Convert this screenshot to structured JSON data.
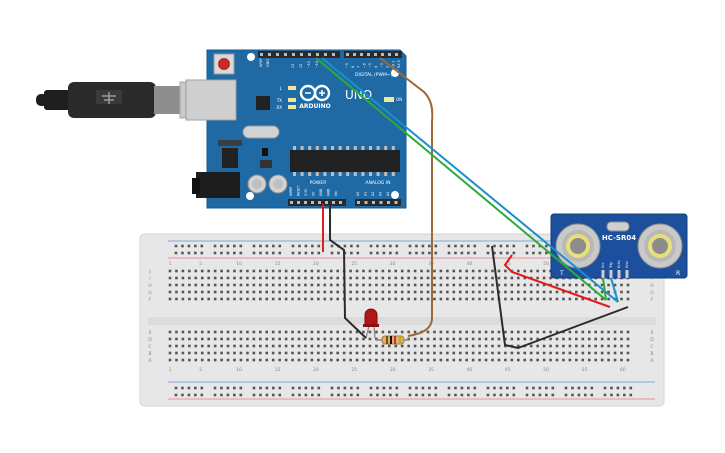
{
  "arduino": {
    "brand": "ARDUINO",
    "model": "UNO",
    "digital_header": "DIGITAL (PWM~)",
    "power_header": "POWER",
    "analog_header": "ANALOG IN",
    "on_label": "ON",
    "tx_label": "TX",
    "rx_label": "RX",
    "l_label": "L",
    "aref_label": "AREF",
    "gnd_label": "GND",
    "digital_pins": [
      "13",
      "12",
      "~11",
      "~10",
      "~9",
      "8",
      "7",
      "~6",
      "~5",
      "4",
      "~3",
      "2",
      "TX 1",
      "RX 0"
    ],
    "power_pins": [
      "IOREF",
      "RESET",
      "3.3V",
      "5V",
      "GND",
      "GND",
      "Vin"
    ],
    "analog_pins": [
      "A0",
      "A1",
      "A2",
      "A3",
      "A4",
      "A5"
    ],
    "board_color": "#1f6aa5"
  },
  "sensor": {
    "model": "HC-SR04",
    "pins": [
      "Vcc",
      "Trig",
      "Echo",
      "Gnd"
    ],
    "left_mark": "T",
    "right_mark": "R",
    "board_color": "#1c4f9c"
  },
  "breadboard": {
    "row_letters_top": [
      "J",
      "I",
      "H",
      "G",
      "F"
    ],
    "row_letters_bottom": [
      "E",
      "D",
      "C",
      "B",
      "A"
    ],
    "column_numbers": [
      "1",
      "5",
      "10",
      "15",
      "20",
      "25",
      "30",
      "35",
      "40",
      "45",
      "50",
      "55",
      "60"
    ]
  },
  "wires": {
    "colors": {
      "red": "#e01b1b",
      "black": "#2b2b2b",
      "green": "#2eaa3a",
      "blue": "#1a8fd0",
      "brown": "#9a6a3a"
    }
  },
  "components": {
    "led_color": "#b01818",
    "resistor_color": "#d9b26a"
  },
  "icons": [
    "usb-cable-icon",
    "arduino-logo-icon"
  ]
}
